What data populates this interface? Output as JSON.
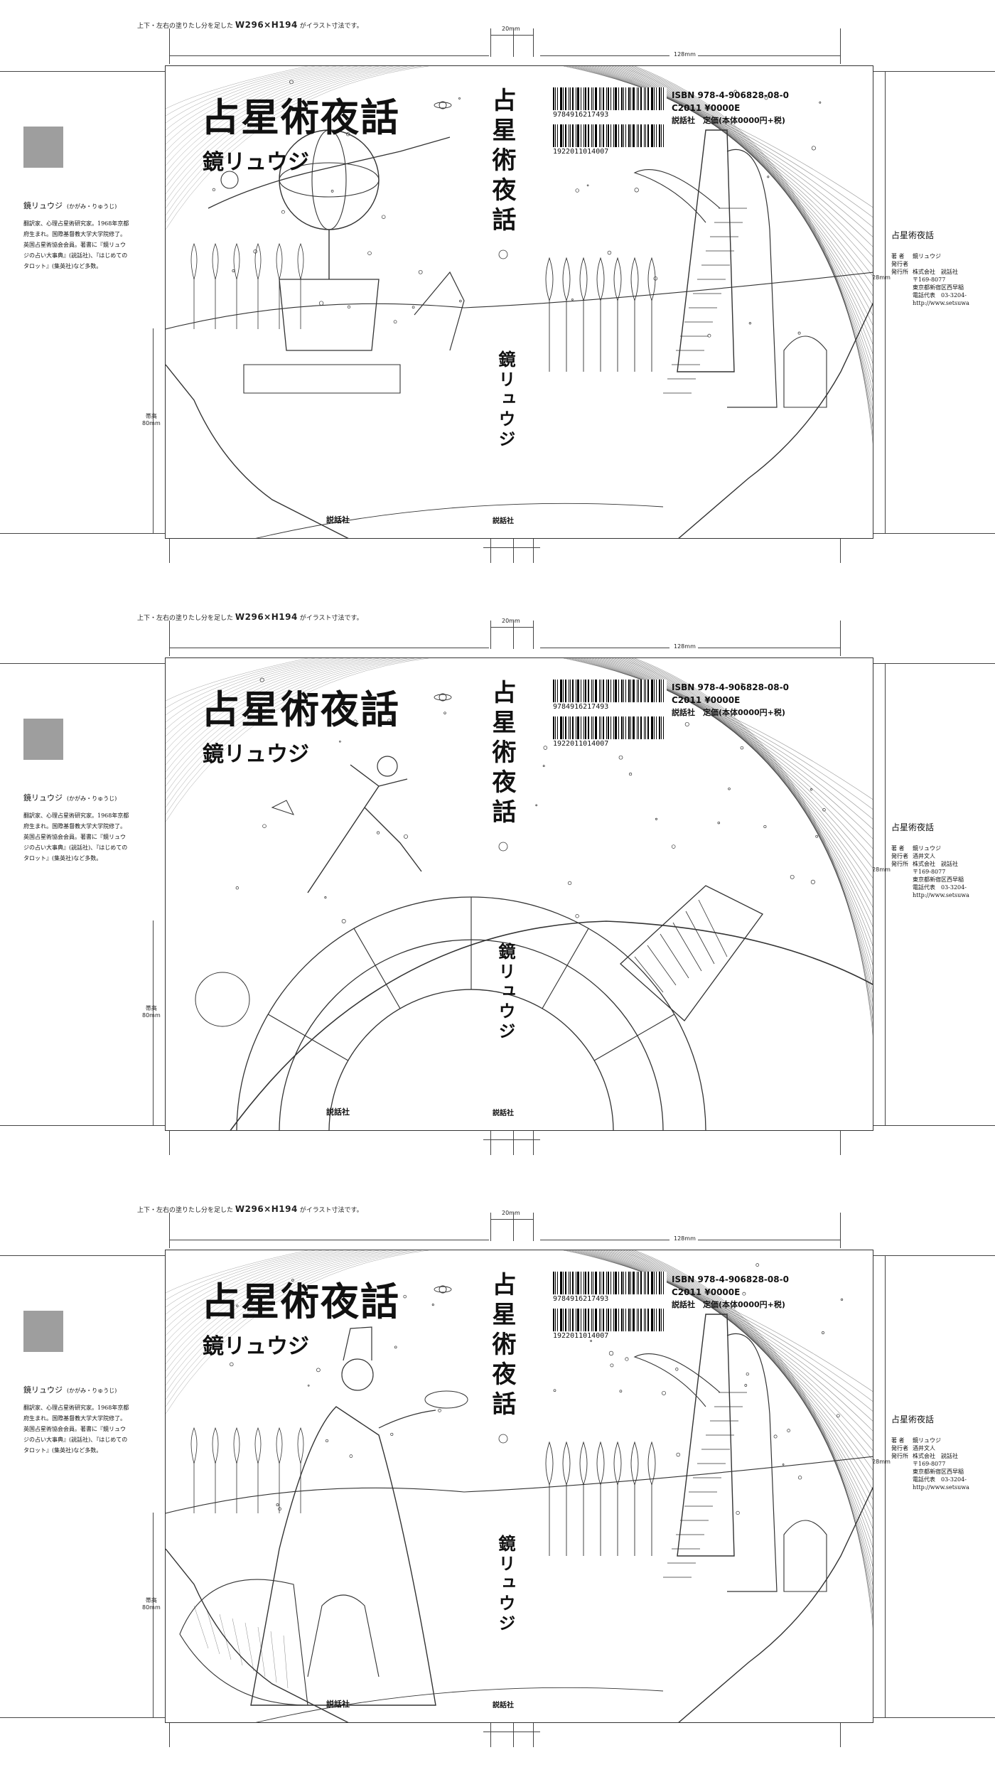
{
  "note": {
    "prefix": "上下・左右の塗りたし分を足した",
    "size": "W296×H194",
    "suffix": "がイラスト寸法です。"
  },
  "dims": {
    "spine_width": "20mm",
    "cover_width": "128mm",
    "cover_height": "128mm",
    "band_height": "帯高\n80mm"
  },
  "book": {
    "title": "占星術夜話",
    "author": "鏡リュウジ",
    "publisher": "説話社"
  },
  "barcodes": {
    "code1": "9784916217493",
    "code2": "1922011014007"
  },
  "isbn": {
    "isbn": "ISBN 978-4-906828-08-0",
    "c_code": "C2011 ¥0000E",
    "publisher": "説話社",
    "price": "定価(本体0000円+税)"
  },
  "profile": {
    "name": "鏡リュウジ",
    "reading": "(かがみ・りゅうじ)",
    "bio": "翻訳家、心理占星術研究家。1968年京都府生まれ。国際基督教大学大学院修了。英国占星術協会会員。著書に『鏡リュウジの占い大事典』(説話社)、『はじめてのタロット』(集英社)など多数。"
  },
  "colophon": {
    "title": "占星術夜話",
    "rows_sheet1": [
      {
        "k": "著 者",
        "v": "鏡リュウジ"
      },
      {
        "k": "発行者",
        "v": ""
      },
      {
        "k": "発行所",
        "v": "株式会社　説話社"
      }
    ],
    "rows_sheet23": [
      {
        "k": "著 者",
        "v": "鏡リュウジ"
      },
      {
        "k": "発行者",
        "v": "酒井文人"
      },
      {
        "k": "発行所",
        "v": "株式会社　説話社"
      }
    ],
    "extra": [
      "〒169-8077",
      "東京都新宿区西早稲",
      "電話代表　03-3204-",
      "http://www.setsuwa"
    ]
  }
}
